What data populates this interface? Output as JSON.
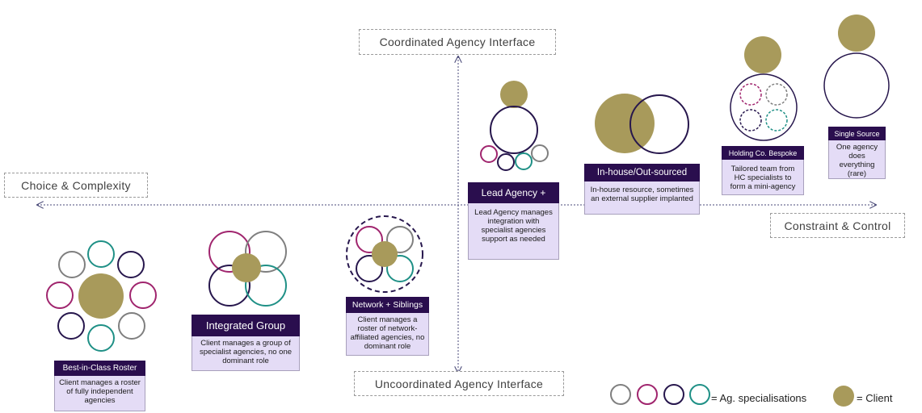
{
  "axes": {
    "top": "Coordinated Agency Interface",
    "bottom": "Uncoordinated Agency Interface",
    "left": "Choice & Complexity",
    "right": "Constraint & Control"
  },
  "models": [
    {
      "title": "Best-in-Class Roster",
      "description": "Client manages a roster of fully independent agencies"
    },
    {
      "title": "Integrated Group",
      "description": "Client manages a group of specialist agencies, no one dominant role"
    },
    {
      "title": "Network + Siblings",
      "description": "Client manages a roster of network-affiliated agencies, no dominant role"
    },
    {
      "title": "Lead Agency +",
      "description": "Lead Agency manages integration with specialist agencies support as needed"
    },
    {
      "title": "In-house/Out-sourced",
      "description": "In-house resource, sometimes an external supplier implanted"
    },
    {
      "title": "Holding Co. Bespoke",
      "description": "Tailored team from HC specialists to form a mini-agency"
    },
    {
      "title": "Single Source",
      "description": "One agency does everything (rare)"
    }
  ],
  "legend": {
    "specialisations": "= Ag. specialisations",
    "client": "= Client"
  },
  "colors": {
    "client": "#a89a5b",
    "grey": "#7f7f7f",
    "magenta": "#a0256e",
    "navy": "#27174d",
    "teal": "#1f9086",
    "title_bg": "#2a0e4e",
    "desc_bg": "#e4dcf6",
    "axis": "#4a4a78"
  }
}
